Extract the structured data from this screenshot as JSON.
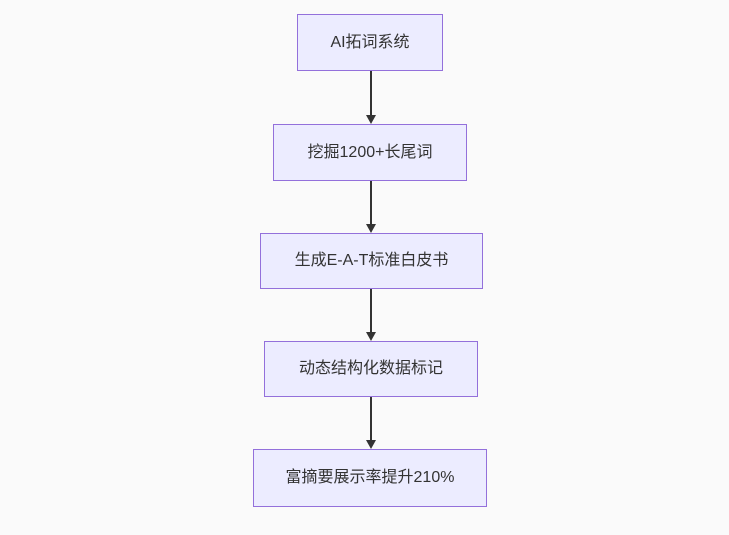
{
  "diagram": {
    "type": "flowchart",
    "direction": "top-down",
    "nodes": [
      {
        "label": "AI拓词系统"
      },
      {
        "label": "挖掘1200+长尾词"
      },
      {
        "label": "生成E-A-T标准白皮书"
      },
      {
        "label": "动态结构化数据标记"
      },
      {
        "label": "富摘要展示率提升210%"
      }
    ],
    "edges": [
      {
        "from": 0,
        "to": 1,
        "style": "arrow-down"
      },
      {
        "from": 1,
        "to": 2,
        "style": "arrow-down"
      },
      {
        "from": 2,
        "to": 3,
        "style": "arrow-down"
      },
      {
        "from": 3,
        "to": 4,
        "style": "arrow-down"
      }
    ],
    "colors": {
      "node_fill": "#ECECFF",
      "node_border": "#9370DB",
      "arrow": "#333333",
      "text": "#333333",
      "background": "#FAFAFA"
    }
  }
}
